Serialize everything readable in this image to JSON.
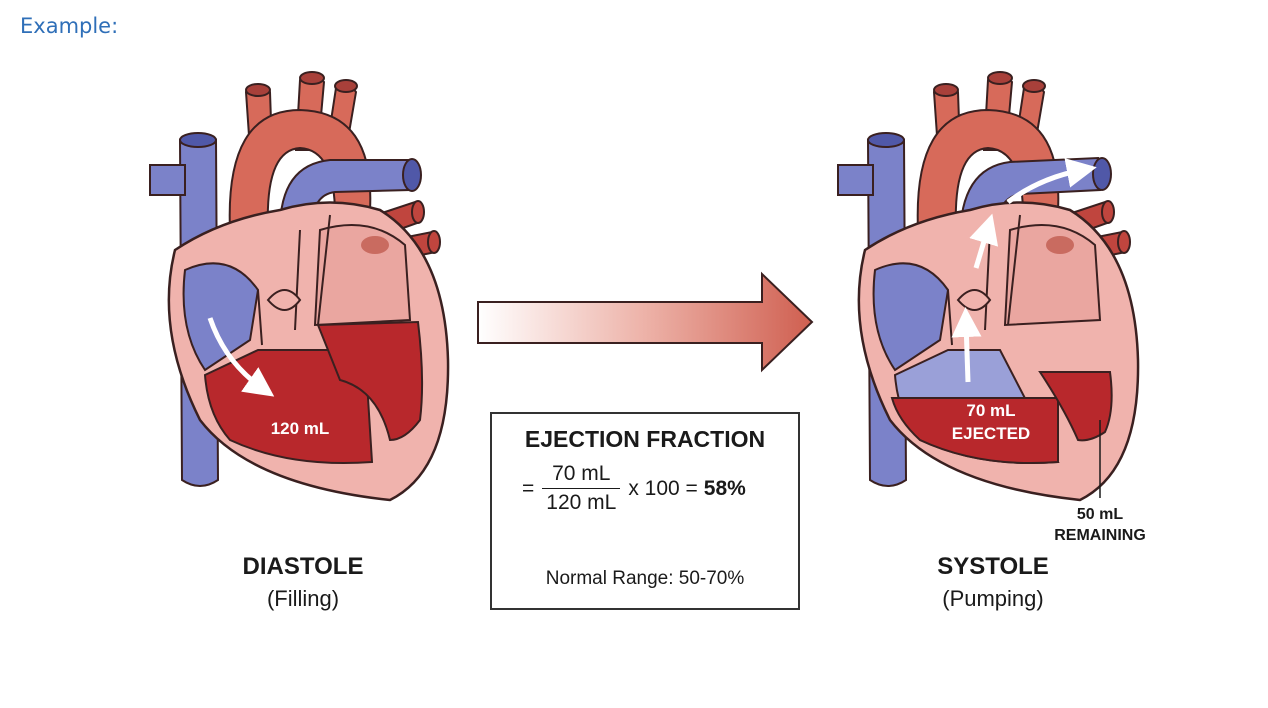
{
  "header": {
    "label": "Example:"
  },
  "diastole": {
    "volume_label": "120 mL",
    "caption_title": "DIASTOLE",
    "caption_sub": "(Filling)"
  },
  "systole": {
    "ejected_value": "70 mL",
    "ejected_word": "EJECTED",
    "remaining_value": "50 mL",
    "remaining_word": "REMAINING",
    "caption_title": "SYSTOLE",
    "caption_sub": "(Pumping)"
  },
  "ejection_fraction": {
    "title": "EJECTION FRACTION",
    "equals": "=",
    "numerator": "70 mL",
    "denominator": "120 mL",
    "multiplier": "x 100 =",
    "result": "58%",
    "normal_range": "Normal Range: 50-70%"
  },
  "colors": {
    "heart_red": "#d76a5a",
    "blood_red": "#b8282c",
    "vein_blue": "#7b82c9",
    "tissue_pink": "#f0b3ad",
    "outline": "#3a2020",
    "accent_blue": "#2f6fb8"
  }
}
